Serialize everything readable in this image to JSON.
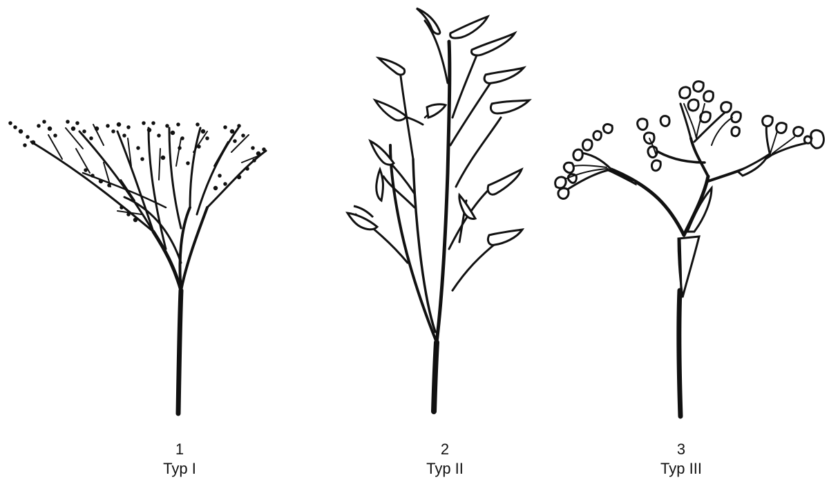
{
  "panels": [
    {
      "number": "1",
      "label": "Typ I"
    },
    {
      "number": "2",
      "label": "Typ II"
    },
    {
      "number": "3",
      "label": "Typ III"
    }
  ],
  "ink_color": "#111111",
  "paper_color": "#ffffff"
}
